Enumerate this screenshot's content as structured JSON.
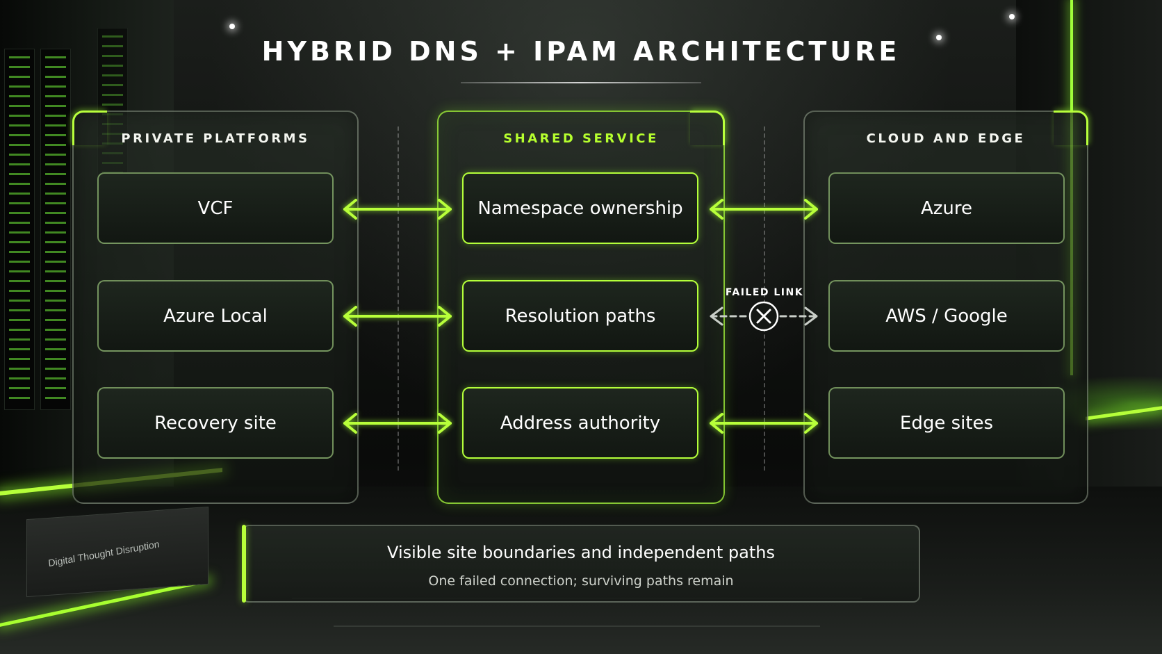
{
  "title": "HYBRID DNS + IPAM ARCHITECTURE",
  "columns": [
    {
      "header": "PRIVATE PLATFORMS",
      "items": [
        "VCF",
        "Azure Local",
        "Recovery site"
      ]
    },
    {
      "header": "SHARED SERVICE",
      "items": [
        "Namespace ownership",
        "Resolution paths",
        "Address authority"
      ]
    },
    {
      "header": "CLOUD AND EDGE",
      "items": [
        "Azure",
        "AWS / Google",
        "Edge sites"
      ]
    }
  ],
  "links": [
    {
      "from": "VCF",
      "to": "Namespace ownership",
      "status": "active"
    },
    {
      "from": "Azure Local",
      "to": "Resolution paths",
      "status": "active"
    },
    {
      "from": "Recovery site",
      "to": "Address authority",
      "status": "active"
    },
    {
      "from": "Namespace ownership",
      "to": "Azure",
      "status": "active"
    },
    {
      "from": "Resolution paths",
      "to": "AWS / Google",
      "status": "failed"
    },
    {
      "from": "Address authority",
      "to": "Edge sites",
      "status": "active"
    }
  ],
  "failed_link_label": "FAILED LINK",
  "summary": {
    "title": "Visible site boundaries and independent paths",
    "subtitle": "One failed connection; surviving paths remain"
  },
  "branding": "Digital Thought Disruption",
  "colors": {
    "accent": "#b8ff3a",
    "failed": "#c9cec8",
    "background": "#0b0d0b"
  }
}
